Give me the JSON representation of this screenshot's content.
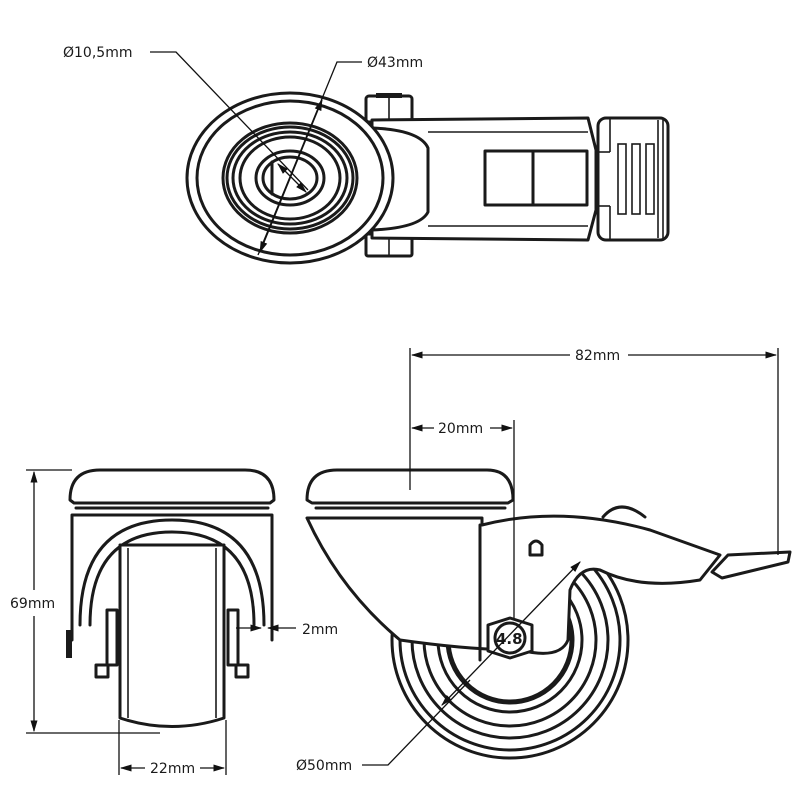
{
  "title": "Swivel castor with brake – technical dimension drawing",
  "views": {
    "top": {
      "dimensions": {
        "bolt_hole_diameter": "Ø10,5mm",
        "plate_diameter": "Ø43mm"
      }
    },
    "front": {
      "dimensions": {
        "total_height": "69mm",
        "wheel_width": "22mm",
        "bracket_thickness": "2mm"
      }
    },
    "side": {
      "dimensions": {
        "total_length": "82mm",
        "swivel_offset": "20mm",
        "wheel_diameter": "Ø50mm"
      },
      "hex_nut_marking": "4.8"
    }
  },
  "colors": {
    "line": "#1a1a1a",
    "background": "#ffffff"
  }
}
